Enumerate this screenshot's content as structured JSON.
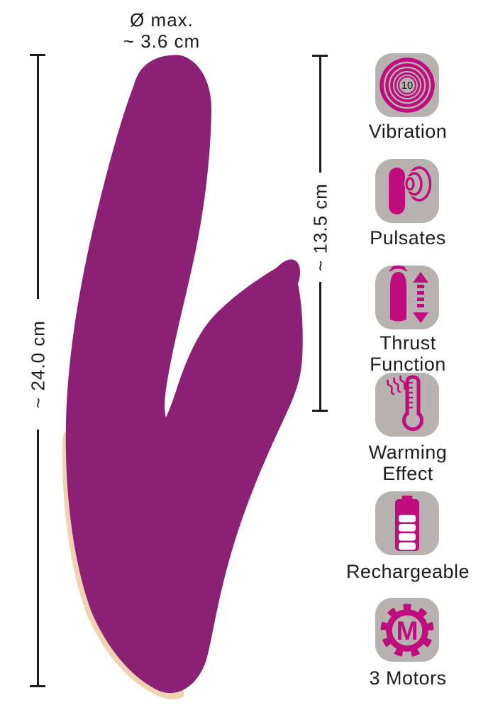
{
  "colors": {
    "product_purple": "#8B2074",
    "product_cream": "#F0D3B1",
    "icon_magenta": "#C00D7E",
    "badge_gray": "#B7B1AF",
    "text_dark": "#1C1C1C"
  },
  "dimensions": {
    "diameter_line1": "Ø max.",
    "diameter_line2": "~  3.6 cm",
    "length_label": "~ 24.0 cm",
    "insertable_label": "~ 13.5 cm"
  },
  "features": [
    {
      "id": "vibration",
      "label": "Vibration",
      "icon": "vibration-rings-icon",
      "value": "10"
    },
    {
      "id": "pulsates",
      "label": "Pulsates",
      "icon": "pulsating-waves-icon"
    },
    {
      "id": "thrust",
      "label": "Thrust",
      "label2": "Function",
      "icon": "thrust-arrows-icon"
    },
    {
      "id": "warming",
      "label": "Warming",
      "label2": "Effect",
      "icon": "thermometer-icon"
    },
    {
      "id": "rechargeable",
      "label": "Rechargeable",
      "icon": "battery-icon"
    },
    {
      "id": "motors",
      "label": "3 Motors",
      "icon": "gear-motor-icon",
      "motor_letter": "M"
    }
  ]
}
